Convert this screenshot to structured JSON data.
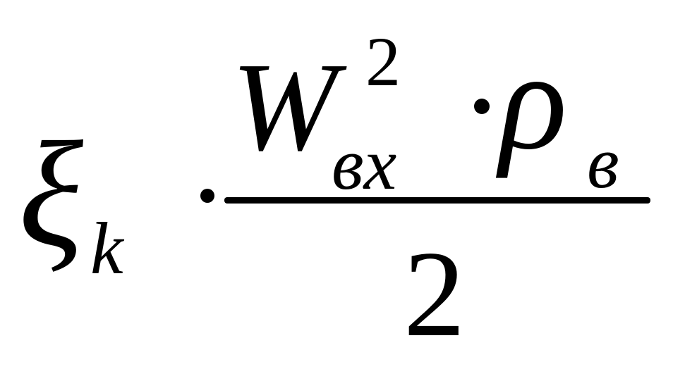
{
  "formula": {
    "coefficient_symbol": "ξ",
    "coefficient_subscript": "k",
    "numerator": {
      "velocity_symbol": "W",
      "velocity_exponent": "2",
      "velocity_subscript": "вх",
      "density_symbol": "ρ",
      "density_subscript": "в"
    },
    "denominator": "2"
  }
}
